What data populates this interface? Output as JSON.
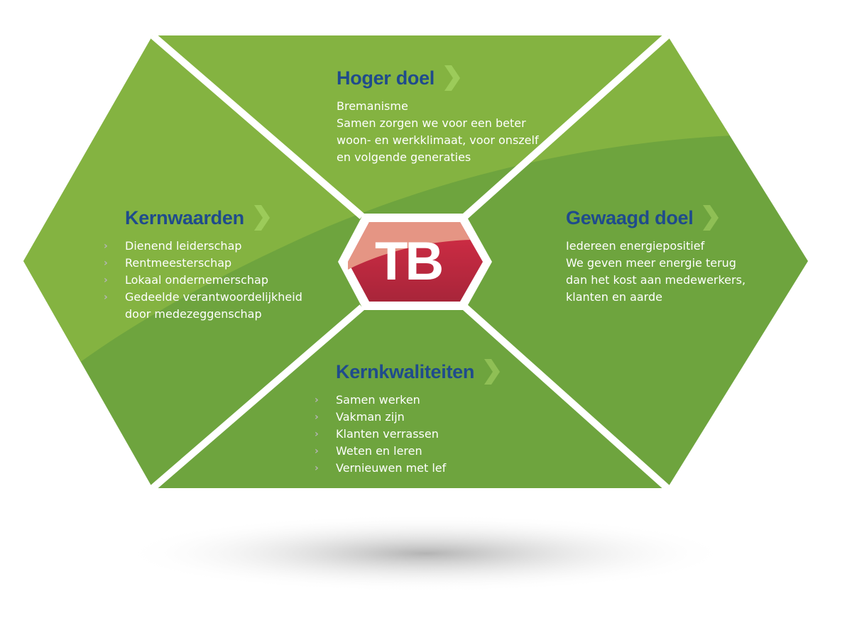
{
  "logo": {
    "text": "TB"
  },
  "hoger_doel": {
    "title": "Hoger doel",
    "lines": [
      "Bremanisme",
      "Samen zorgen we voor een beter",
      "woon- en werkklimaat, voor onszelf",
      "en volgende generaties"
    ]
  },
  "kernwaarden": {
    "title": "Kernwaarden",
    "items": [
      "Dienend leiderschap",
      "Rentmeesterschap",
      "Lokaal ondernemerschap",
      "Gedeelde verantwoordelijkheid\ndoor medezeggenschap"
    ]
  },
  "gewaagd_doel": {
    "title": "Gewaagd doel",
    "lines": [
      "Iedereen energiepositief",
      "We geven meer energie terug",
      "dan het kost aan medewerkers,",
      "klanten en aarde"
    ]
  },
  "kernkwaliteiten": {
    "title": "Kernkwaliteiten",
    "items": [
      "Samen werken",
      "Vakman zijn",
      "Klanten verrassen",
      "Weten en leren",
      "Vernieuwen met lef"
    ]
  },
  "colors": {
    "green_light": "#84b341",
    "green_dark": "#6ea43e",
    "title_blue": "#1f4b8c",
    "logo_red": "#c82a40",
    "logo_pink": "#e59584"
  }
}
